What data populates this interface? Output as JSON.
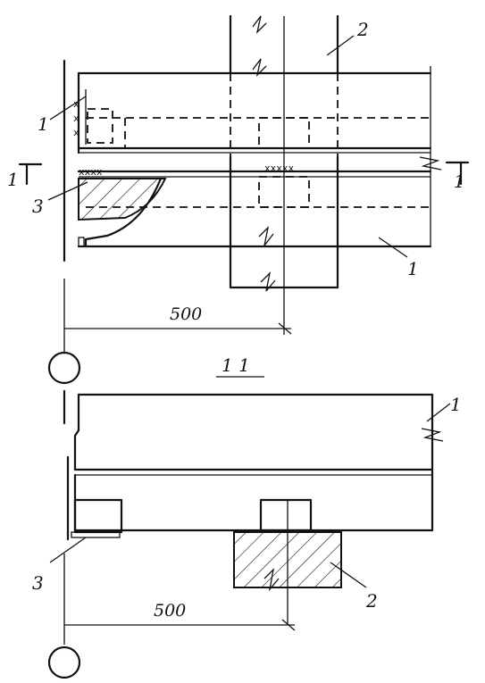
{
  "plan": {
    "labels": {
      "beam": "1",
      "slab": "2",
      "pad": "3"
    },
    "section_mark": "1",
    "dimension": "500"
  },
  "section": {
    "title": "1 1",
    "labels": {
      "beam": "1",
      "pad": "3",
      "slab": "2"
    },
    "dimension": "500"
  }
}
